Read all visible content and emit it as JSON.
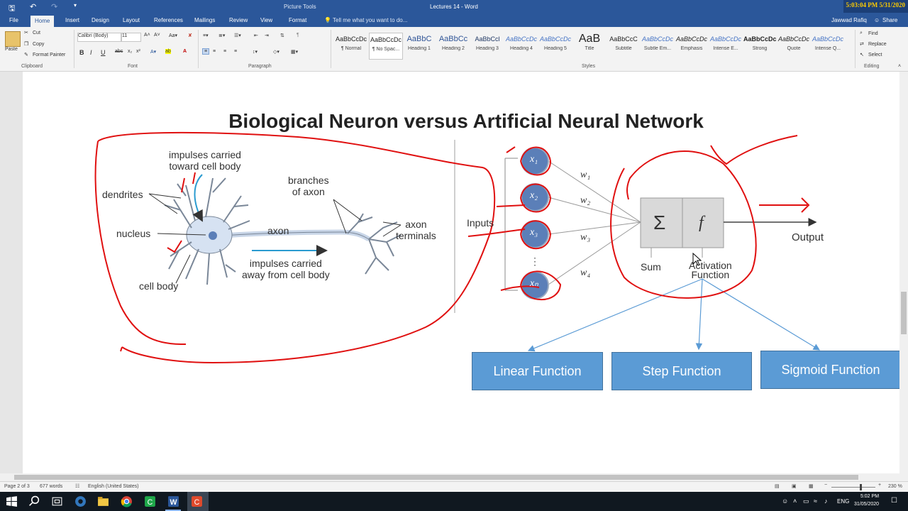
{
  "titlebar": {
    "title": "Lectures 14 - Word",
    "picture_tools": "Picture Tools",
    "clock": "5:03:04 PM 5/31/2020"
  },
  "tabs": [
    "File",
    "Home",
    "Insert",
    "Design",
    "Layout",
    "References",
    "Mailings",
    "Review",
    "View",
    "Format"
  ],
  "tell_me": "Tell me what you want to do...",
  "user": "Jawwad Rafiq",
  "share": "Share",
  "clipboard": {
    "paste": "Paste",
    "cut": "Cut",
    "copy": "Copy",
    "format_painter": "Format Painter",
    "label": "Clipboard"
  },
  "font": {
    "name": "Calibri (Body)",
    "size": "11",
    "label": "Font",
    "bold": "B",
    "italic": "I",
    "underline": "U"
  },
  "paragraph": {
    "label": "Paragraph"
  },
  "styles": {
    "label": "Styles",
    "items": [
      {
        "sample": "AaBbCcDc",
        "name": "¶ Normal"
      },
      {
        "sample": "AaBbCcDc",
        "name": "¶ No Spac..."
      },
      {
        "sample": "AaBbC",
        "name": "Heading 1"
      },
      {
        "sample": "AaBbCc",
        "name": "Heading 2"
      },
      {
        "sample": "AaBbCcl",
        "name": "Heading 3"
      },
      {
        "sample": "AaBbCcDc",
        "name": "Heading 4"
      },
      {
        "sample": "AaBbCcDc",
        "name": "Heading 5"
      },
      {
        "sample": "AaB",
        "name": "Title"
      },
      {
        "sample": "AaBbCcC",
        "name": "Subtitle"
      },
      {
        "sample": "AaBbCcDc",
        "name": "Subtle Em..."
      },
      {
        "sample": "AaBbCcDc",
        "name": "Emphasis"
      },
      {
        "sample": "AaBbCcDc",
        "name": "Intense E..."
      },
      {
        "sample": "AaBbCcDc",
        "name": "Strong"
      },
      {
        "sample": "AaBbCcDc",
        "name": "Quote"
      },
      {
        "sample": "AaBbCcDc",
        "name": "Intense Q..."
      }
    ]
  },
  "editing": {
    "label": "Editing",
    "find": "Find",
    "replace": "Replace",
    "select": "Select"
  },
  "figure": {
    "title": "Biological Neuron versus Artificial Neural Network",
    "neuron_labels": {
      "impulses_toward": "impulses carried\ntoward cell body",
      "dendrites": "dendrites",
      "branches": "branches\nof axon",
      "nucleus": "nucleus",
      "axon": "axon",
      "axon_terminals": "axon\nterminals",
      "impulses_away": "impulses carried\naway from cell body",
      "cell_body": "cell body"
    },
    "ann_labels": {
      "inputs": "Inputs",
      "x1": "x₁",
      "x2": "x₂",
      "x3": "x₃",
      "xn": "xₙ",
      "w1": "w₁",
      "w2": "w₂",
      "w3": "w₃",
      "w4": "w₄",
      "sum_symbol": "Σ",
      "f_symbol": "f",
      "sum": "Sum",
      "activation": "Activation\nFunction",
      "output": "Output"
    },
    "boxes": [
      "Linear Function",
      "Step Function",
      "Sigmoid Function"
    ]
  },
  "statusbar": {
    "page": "Page 2 of 3",
    "words": "677 words",
    "language": "English (United States)",
    "zoom": "230 %"
  },
  "taskbar": {
    "lang": "ENG",
    "time": "5:02 PM",
    "date": "31/05/2020"
  },
  "colors": {
    "word_blue": "#2b579a",
    "box_blue": "#5b9bd5",
    "annotation_red": "#e01010"
  }
}
